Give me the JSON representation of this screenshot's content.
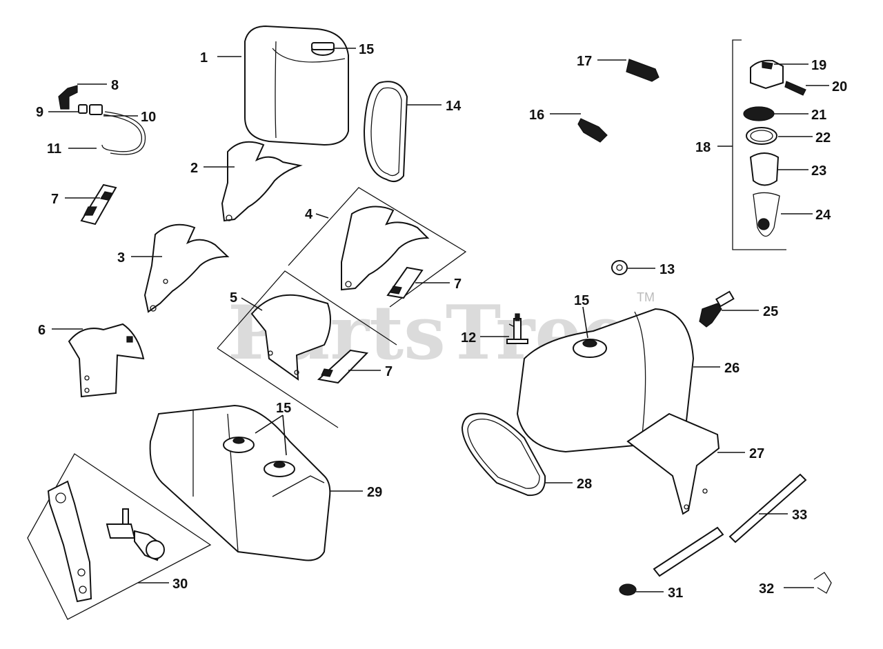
{
  "watermark": {
    "text": "PartsTree",
    "trademark": "TM"
  },
  "callouts": {
    "c1": "1",
    "c2": "2",
    "c3": "3",
    "c4": "4",
    "c5": "5",
    "c6": "6",
    "c7a": "7",
    "c7b": "7",
    "c7c": "7",
    "c8": "8",
    "c9": "9",
    "c10": "10",
    "c11": "11",
    "c12": "12",
    "c13": "13",
    "c14": "14",
    "c15a": "15",
    "c15b": "15",
    "c15c": "15",
    "c16": "16",
    "c17": "17",
    "c18": "18",
    "c19": "19",
    "c20": "20",
    "c21": "21",
    "c22": "22",
    "c23": "23",
    "c24": "24",
    "c25": "25",
    "c26": "26",
    "c27": "27",
    "c28": "28",
    "c29": "29",
    "c30": "30",
    "c31": "31",
    "c32": "32",
    "c33": "33"
  }
}
